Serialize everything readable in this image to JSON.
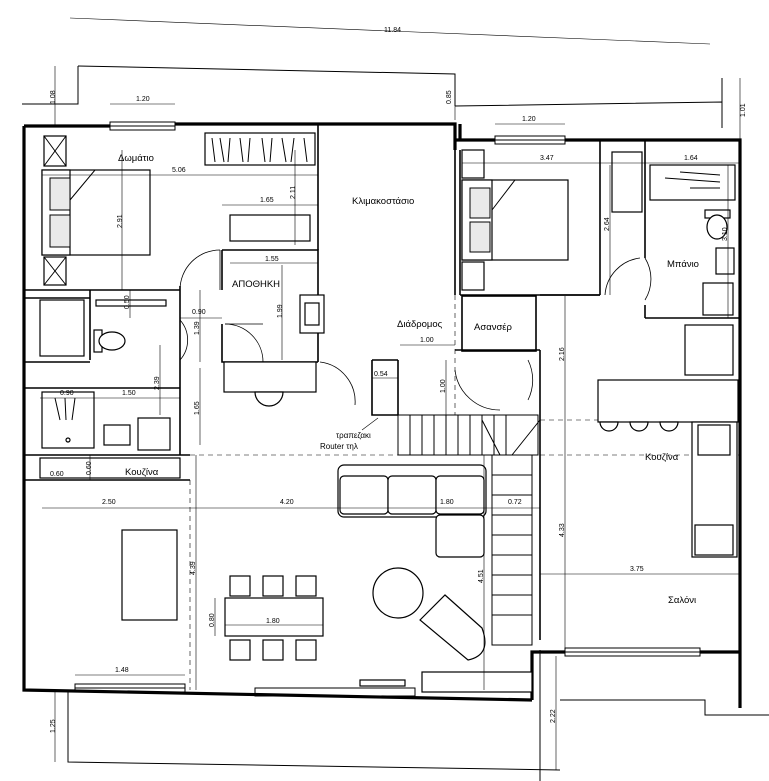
{
  "rooms": {
    "bedroom_1": "Δωμάτιο",
    "storage": "ΑΠΟΘΗΚΗ",
    "stairwell": "Κλιμακοστάσιο",
    "corridor": "Διάδρομος",
    "elevator": "Ασανσέρ",
    "bathroom": "Μπάνιο",
    "kitchen_left": "Κουζίνα",
    "kitchen_right": "Κουζίνα",
    "living_room": "Σαλόνι"
  },
  "notes": {
    "router_line1": "τραπεζακι",
    "router_line2": "Router τηλ"
  },
  "dimensions": {
    "total_width": "11.84",
    "d_1_08": "1.08",
    "d_1_20_a": "1.20",
    "d_0_85": "0.85",
    "d_1_20_b": "1.20",
    "d_1_01": "1.01",
    "d_5_06": "5.06",
    "d_2_91": "2.91",
    "d_2_11": "2.11",
    "d_1_65_a": "1.65",
    "d_1_55": "1.55",
    "d_1_99": "1.99",
    "d_3_47": "3.47",
    "d_1_64": "1.64",
    "d_2_64": "2.64",
    "d_3_10": "3.10",
    "d_0_50": "0.50",
    "d_0_90_a": "0.90",
    "d_1_39": "1.39",
    "d_1_00_a": "1.00",
    "d_1_00_b": "1.00",
    "d_0_54": "0.54",
    "d_2_16": "2.16",
    "d_0_90_b": "0.90",
    "d_1_50": "1.50",
    "d_2_39": "2.39",
    "d_1_65_b": "1.65",
    "d_0_60_a": "0.60",
    "d_0_60_b": "0.60",
    "d_2_50": "2.50",
    "d_4_20": "4.20",
    "d_1_80_a": "1.80",
    "d_0_72": "0.72",
    "d_4_33": "4.33",
    "d_4_39": "4.39",
    "d_4_51": "4.51",
    "d_3_75": "3.75",
    "d_0_80": "0.80",
    "d_1_80_b": "1.80",
    "d_1_48": "1.48",
    "d_1_25": "1.25",
    "d_2_22": "2.22"
  }
}
